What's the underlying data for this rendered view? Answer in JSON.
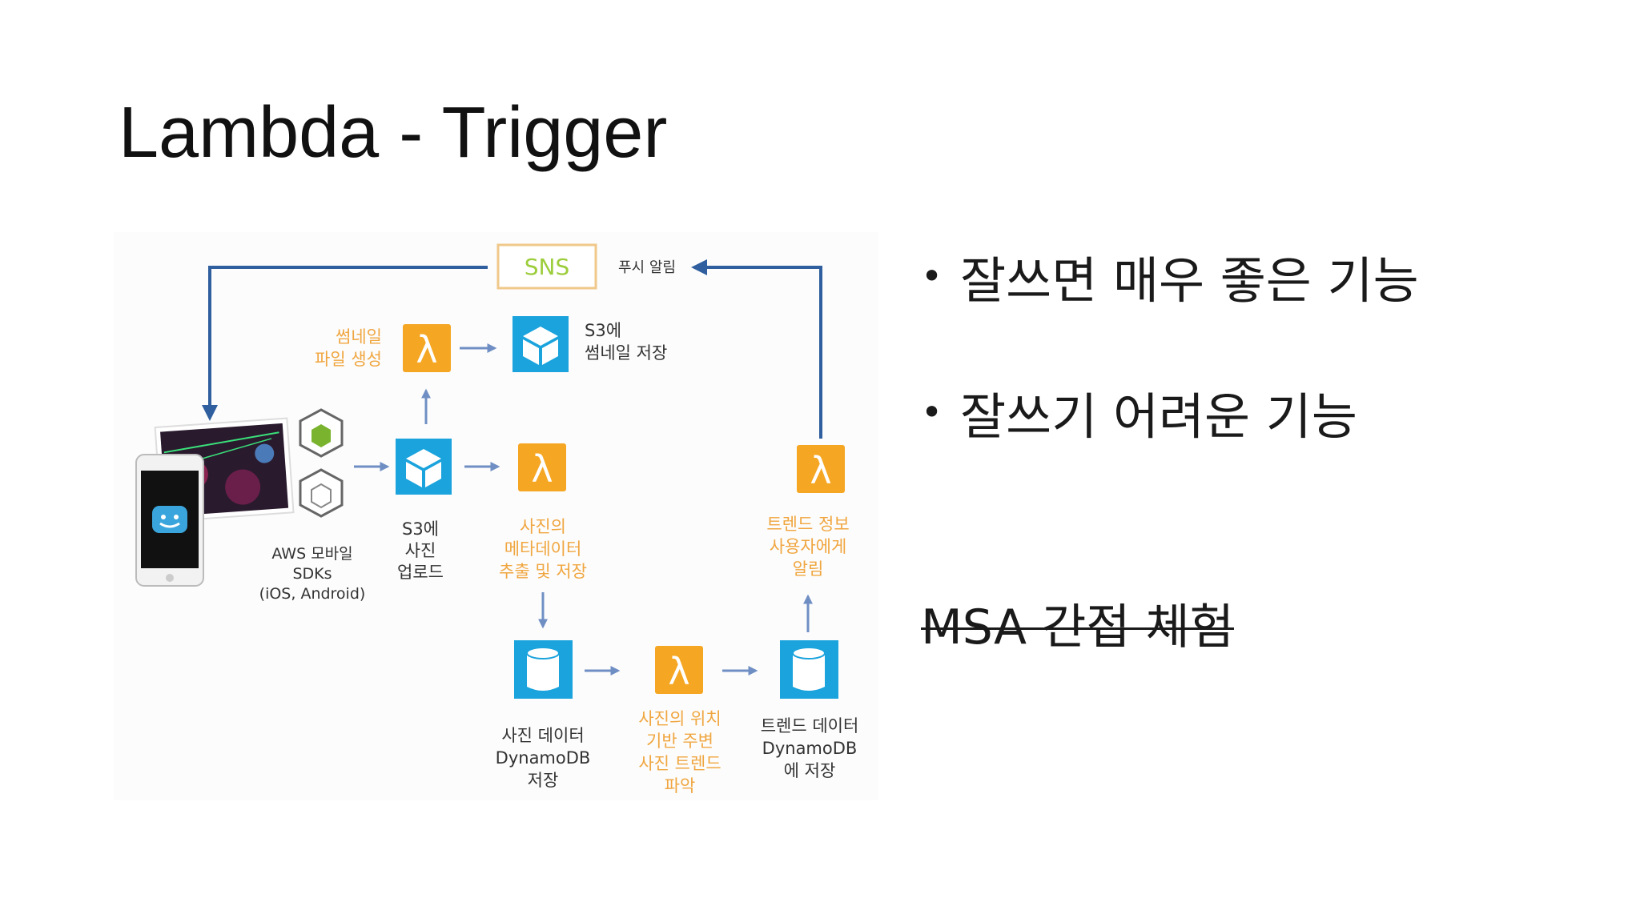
{
  "slide": {
    "title": "Lambda - Trigger",
    "bullets": [
      "잘쓰면 매우 좋은 기능",
      "잘쓰기 어려운 기능"
    ],
    "strike_text": "MSA 간접 체험"
  },
  "diagram": {
    "sns": "SNS",
    "push": "푸시 알림",
    "thumb_lambda": [
      "썸네일",
      "파일 생성"
    ],
    "s3_thumb": [
      "S3에",
      "썸네일 저장"
    ],
    "sdk": [
      "AWS 모바일",
      "SDKs",
      "(iOS, Android)"
    ],
    "s3_upload": [
      "S3에",
      "사진",
      "업로드"
    ],
    "meta_lambda": [
      "사진의",
      "메타데이터",
      "추출 및 저장"
    ],
    "trend_notify": [
      "트렌드 정보",
      "사용자에게",
      "알림"
    ],
    "photo_db": [
      "사진 데이터",
      "DynamoDB",
      "저장"
    ],
    "trend_lambda": [
      "사진의 위치",
      "기반 주변",
      "사진 트렌드",
      "파악"
    ],
    "trend_db": [
      "트렌드 데이터",
      "DynamoDB",
      "에 저장"
    ],
    "colors": {
      "orange": "#f5a623",
      "blue": "#1aa3dc",
      "arrow": "#2f5f9e",
      "sns_green": "#9ccd3b",
      "orange_text": "#f0a640"
    }
  }
}
